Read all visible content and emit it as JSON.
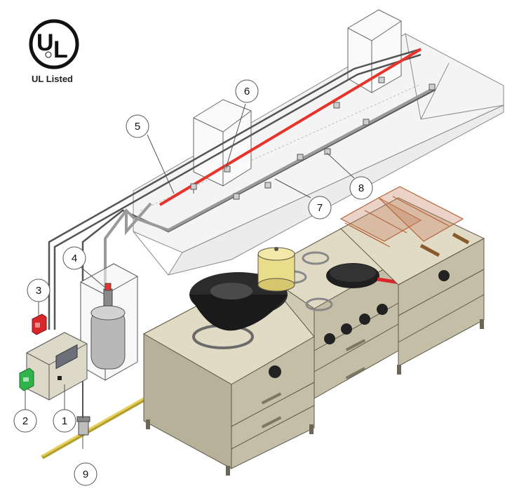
{
  "logo": {
    "caption": "UL Listed"
  },
  "callouts": [
    "1",
    "2",
    "3",
    "4",
    "5",
    "6",
    "7",
    "8",
    "9"
  ],
  "colors": {
    "discharge_pipe": "#e8332a",
    "cabinet_fill": "#cfc8b2",
    "cabinet_stroke": "#5c5848",
    "gas_pipe": "#d9c24a",
    "hood_stroke": "#7a7a7a",
    "control_panel": "#ddd9c8",
    "pull_station": "#2fb34a",
    "alarm": "#d8262b",
    "fryer_basket": "#b5643a"
  },
  "icons": [
    "ul-logo-icon",
    "wok-icon",
    "stock-pot-icon",
    "frying-pan-icon",
    "fryer-basket-icon",
    "agent-cylinder-icon",
    "gas-valve-icon"
  ]
}
